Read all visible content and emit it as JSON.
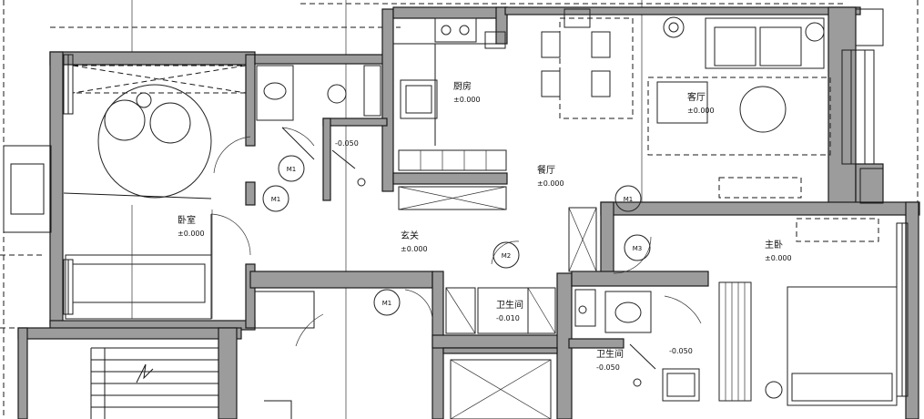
{
  "rooms": {
    "living": "客厅",
    "dining": "餐厅",
    "kitchen": "厨房",
    "entry": "玄关",
    "bedroom": "卧室",
    "bath_center": "卫生间",
    "bath_right": "卫生间",
    "master": "主卧"
  },
  "levels": {
    "kitchen": "±0.000",
    "living": "±0.000",
    "dining": "±0.000",
    "entry": "±0.000",
    "bedroom_left": "±0.000",
    "bath_left": "-0.050",
    "bath_center": "-0.010",
    "bath_right": "-0.050",
    "master": "±0.000",
    "shower": "-0.050"
  },
  "tags": {
    "t1": "M1",
    "t2": "M1",
    "t3": "M1",
    "t4": "M2",
    "t5": "M1",
    "t6": "M3"
  }
}
